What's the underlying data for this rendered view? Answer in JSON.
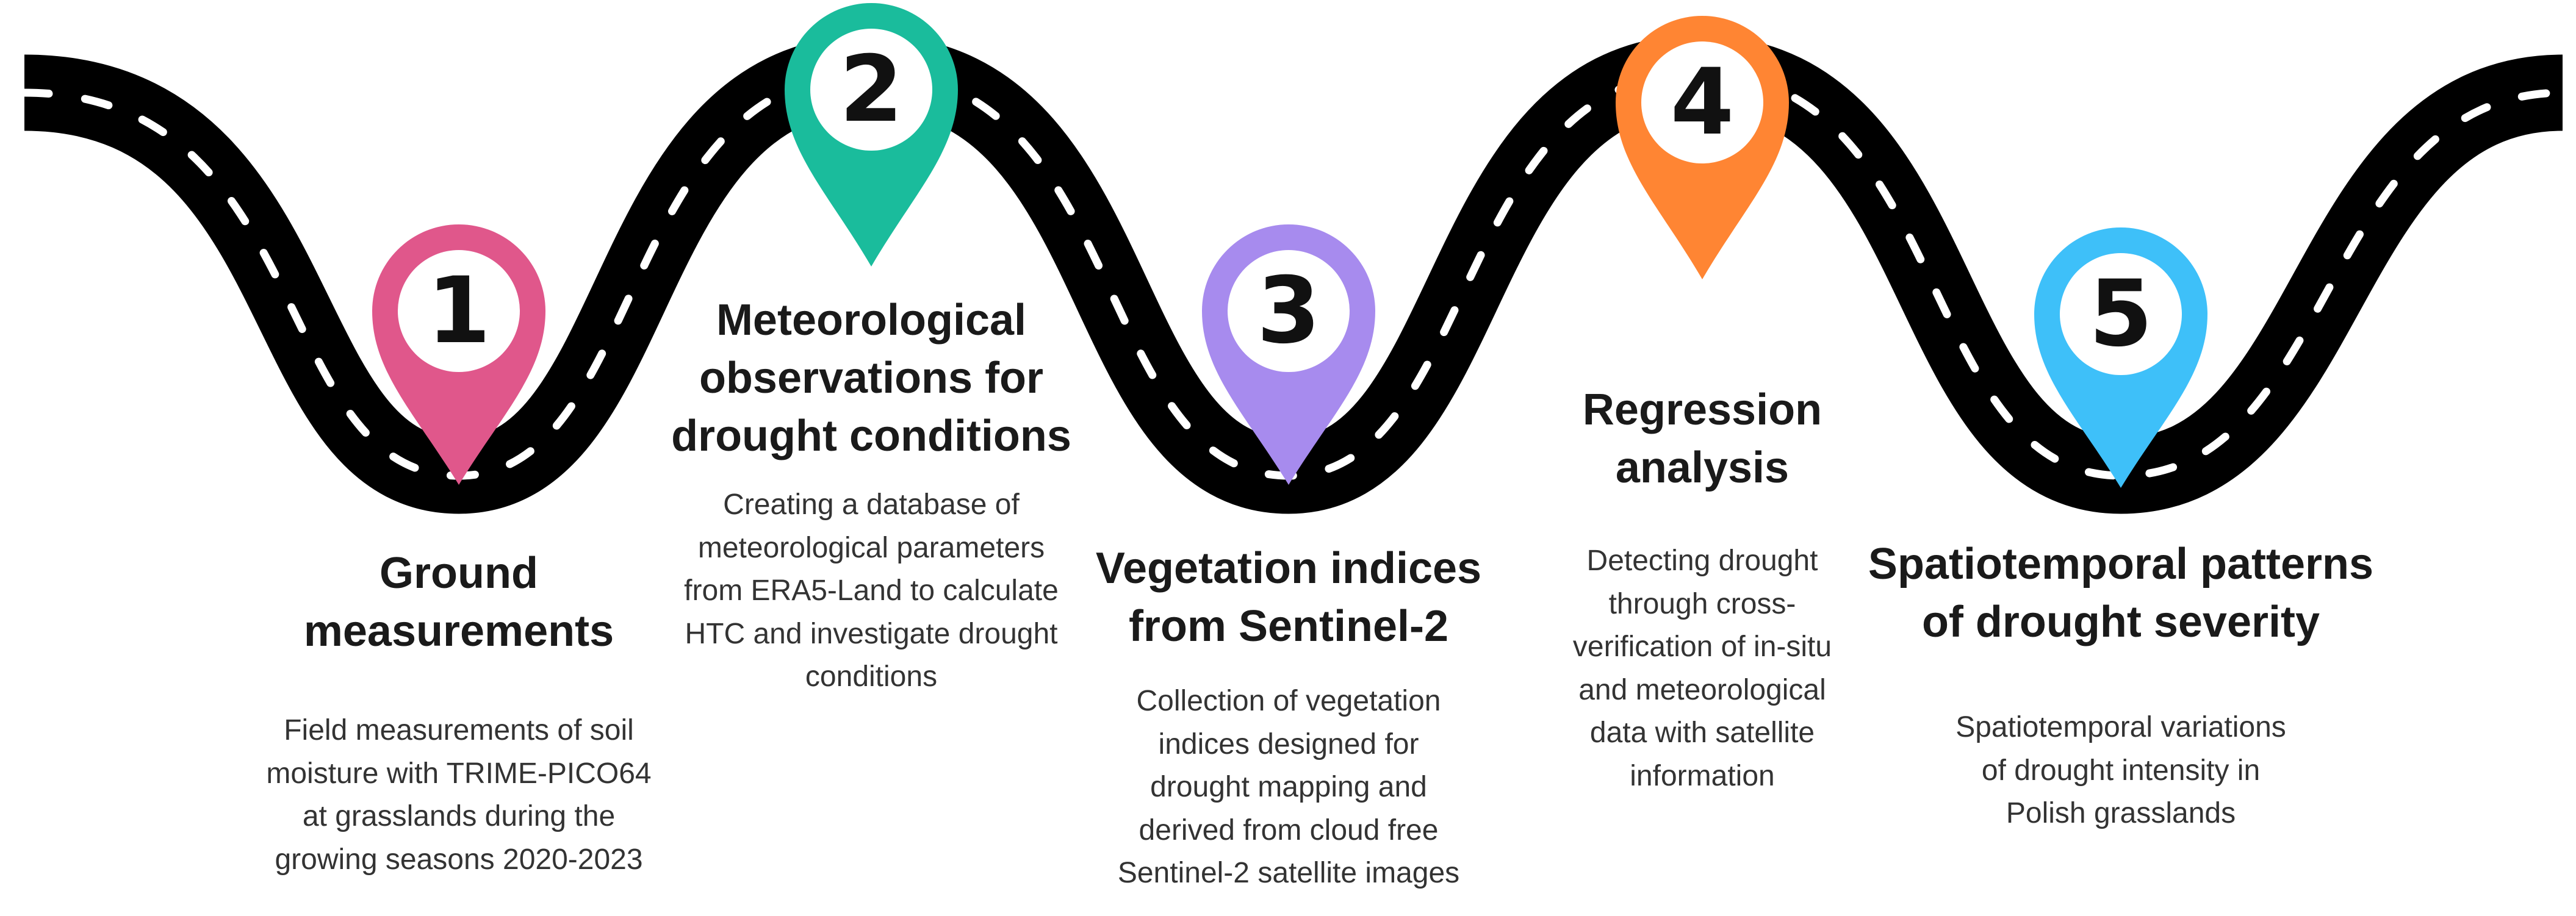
{
  "steps": [
    {
      "number": "1",
      "title": "Ground\nmeasurements",
      "description": "Field measurements of soil\nmoisture with TRIME-PICO64\nat grasslands during the\ngrowing seasons 2020-2023",
      "color": "#E0578B"
    },
    {
      "number": "2",
      "title": "Meteorological\nobservations for\ndrought conditions",
      "description": "Creating a database of\nmeteorological parameters\nfrom ERA5-Land to calculate\nHTC and investigate drought\nconditions",
      "color": "#1ABC9C"
    },
    {
      "number": "3",
      "title": "Vegetation indices\nfrom Sentinel-2",
      "description": "Collection of vegetation\nindices designed for\ndrought mapping and\nderived from cloud free\nSentinel-2 satellite images",
      "color": "#A78BEE"
    },
    {
      "number": "4",
      "title": "Regression\nanalysis",
      "description": "Detecting drought\nthrough cross-\nverification of in-situ\nand meteorological\ndata with satellite\ninformation",
      "color": "#FF8533"
    },
    {
      "number": "5",
      "title": "Spatiotemporal patterns\nof drought severity",
      "description": "Spatiotemporal variations\nof drought intensity in\nPolish grasslands",
      "color": "#3EC0F9"
    }
  ],
  "road": {
    "color": "#000000",
    "dash_color": "#ffffff"
  }
}
